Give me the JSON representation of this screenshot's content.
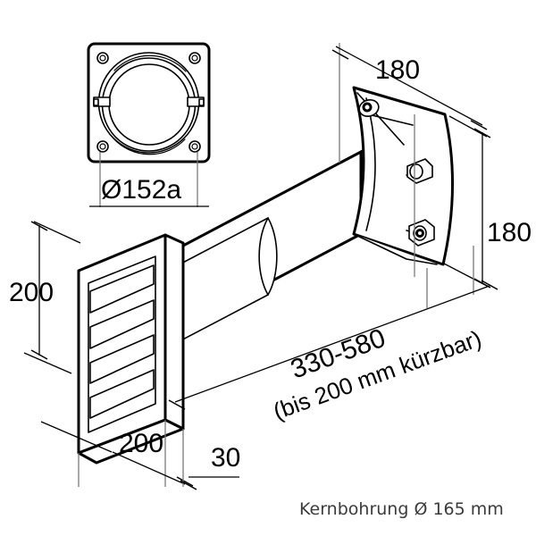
{
  "document": {
    "type": "technical-drawing",
    "subject": "Telescopic wall duct with louvered air vent grille",
    "background_color": "#ffffff",
    "line_color": "#000000",
    "extension_line_color": "#7a7a7a",
    "note_color": "#3b3b3b"
  },
  "dimensions": {
    "flange_diameter": "Ø152a",
    "plate_width": "180",
    "plate_height": "180",
    "grille_height": "200",
    "grille_width": "200",
    "grille_depth": "30",
    "duct_length": "330-580",
    "duct_length_note": "(bis 200 mm kürzbar)"
  },
  "notes": {
    "core_drill": "Kernbohrung Ø 165 mm"
  },
  "views": {
    "front_flange": {
      "name": "front-flange-detail",
      "screw_count": 4,
      "tab_count": 2
    },
    "isometric": {
      "name": "isometric-assembly",
      "louver_count": 4
    },
    "wall_plate": {
      "name": "wall-plate-detail",
      "boss_count": 3
    }
  },
  "icons": {
    "diameter_symbol": "Ø"
  }
}
